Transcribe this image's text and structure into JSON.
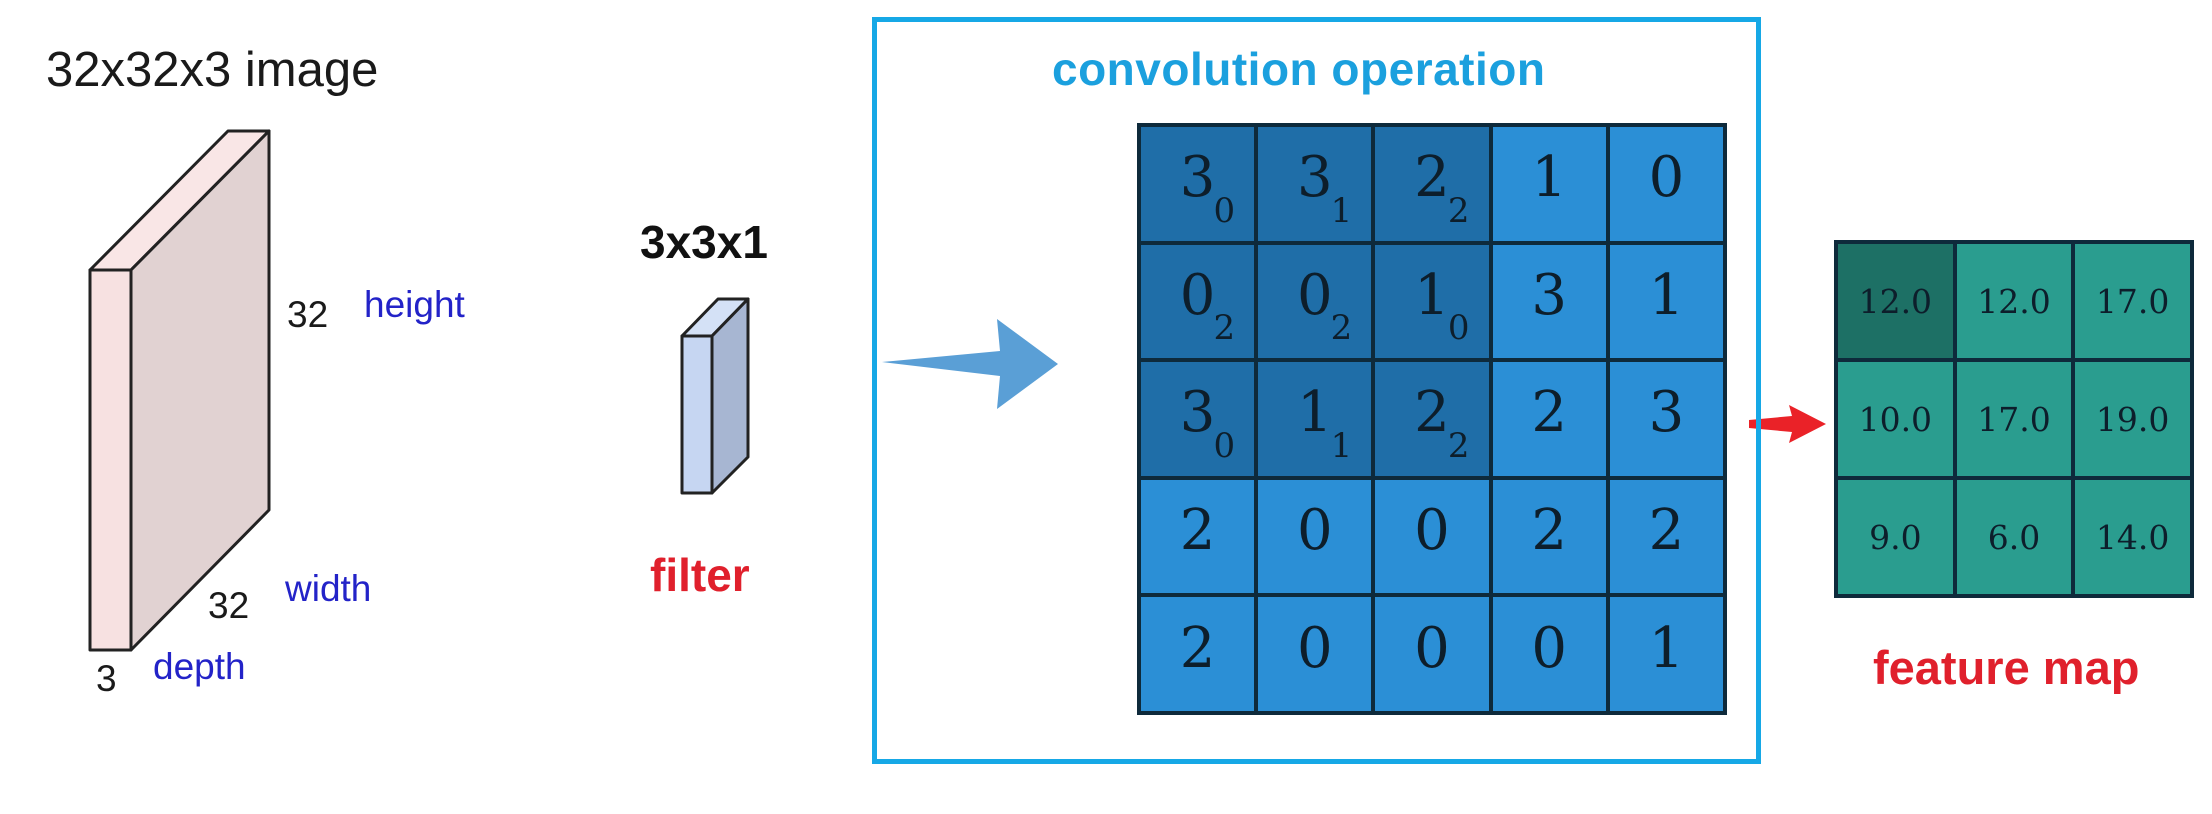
{
  "input_volume": {
    "title": "32x32x3 image",
    "height_num": "32",
    "height_label": "height",
    "width_num": "32",
    "width_label": "width",
    "depth_num": "3",
    "depth_label": "depth"
  },
  "filter": {
    "size_label": "3x3x1",
    "label": "filter"
  },
  "convolution": {
    "title": "convolution operation",
    "input_grid": [
      [
        {
          "v": "3",
          "s": "0"
        },
        {
          "v": "3",
          "s": "1"
        },
        {
          "v": "2",
          "s": "2"
        },
        {
          "v": "1"
        },
        {
          "v": "0"
        }
      ],
      [
        {
          "v": "0",
          "s": "2"
        },
        {
          "v": "0",
          "s": "2"
        },
        {
          "v": "1",
          "s": "0"
        },
        {
          "v": "3"
        },
        {
          "v": "1"
        }
      ],
      [
        {
          "v": "3",
          "s": "0"
        },
        {
          "v": "1",
          "s": "1"
        },
        {
          "v": "2",
          "s": "2"
        },
        {
          "v": "2"
        },
        {
          "v": "3"
        }
      ],
      [
        {
          "v": "2"
        },
        {
          "v": "0"
        },
        {
          "v": "0"
        },
        {
          "v": "2"
        },
        {
          "v": "2"
        }
      ],
      [
        {
          "v": "2"
        },
        {
          "v": "0"
        },
        {
          "v": "0"
        },
        {
          "v": "0"
        },
        {
          "v": "1"
        }
      ]
    ]
  },
  "feature_map": {
    "label": "feature map",
    "values": [
      [
        "12.0",
        "12.0",
        "17.0"
      ],
      [
        "10.0",
        "17.0",
        "19.0"
      ],
      [
        "9.0",
        "6.0",
        "14.0"
      ]
    ]
  },
  "colors": {
    "frame": "#16a8e6",
    "cell": "#2b8fd6",
    "cell_window": "#1f6ea8",
    "fmap_cell": "#2a9d8f",
    "fmap_highlight": "#1d7065",
    "accent_red": "#e0202c",
    "dim_blue": "#2323c8"
  }
}
